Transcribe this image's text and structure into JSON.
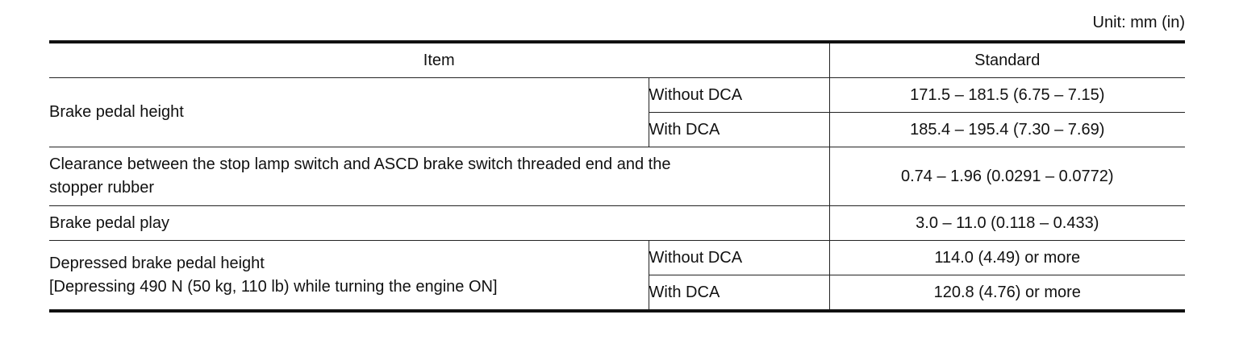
{
  "unit_label": "Unit: mm (in)",
  "table": {
    "headers": {
      "item": "Item",
      "standard": "Standard"
    },
    "brake_pedal_height": {
      "label": "Brake pedal height",
      "without_dca": {
        "condition": "Without DCA",
        "value": "171.5 – 181.5 (6.75 – 7.15)"
      },
      "with_dca": {
        "condition": "With DCA",
        "value": "185.4 – 195.4 (7.30 – 7.69)"
      }
    },
    "clearance": {
      "label_line1": "Clearance between the stop lamp switch and ASCD brake switch threaded end and the",
      "label_line2": "stopper rubber",
      "value": "0.74 – 1.96 (0.0291 – 0.0772)"
    },
    "pedal_play": {
      "label": "Brake pedal play",
      "value": "3.0 – 11.0 (0.118 – 0.433)"
    },
    "depressed_height": {
      "label_line1": "Depressed brake pedal height",
      "label_line2": "[Depressing 490 N (50 kg, 110 lb) while turning the engine ON]",
      "without_dca": {
        "condition": "Without DCA",
        "value": "114.0 (4.49) or more"
      },
      "with_dca": {
        "condition": "With DCA",
        "value": "120.8 (4.76) or more"
      }
    }
  }
}
